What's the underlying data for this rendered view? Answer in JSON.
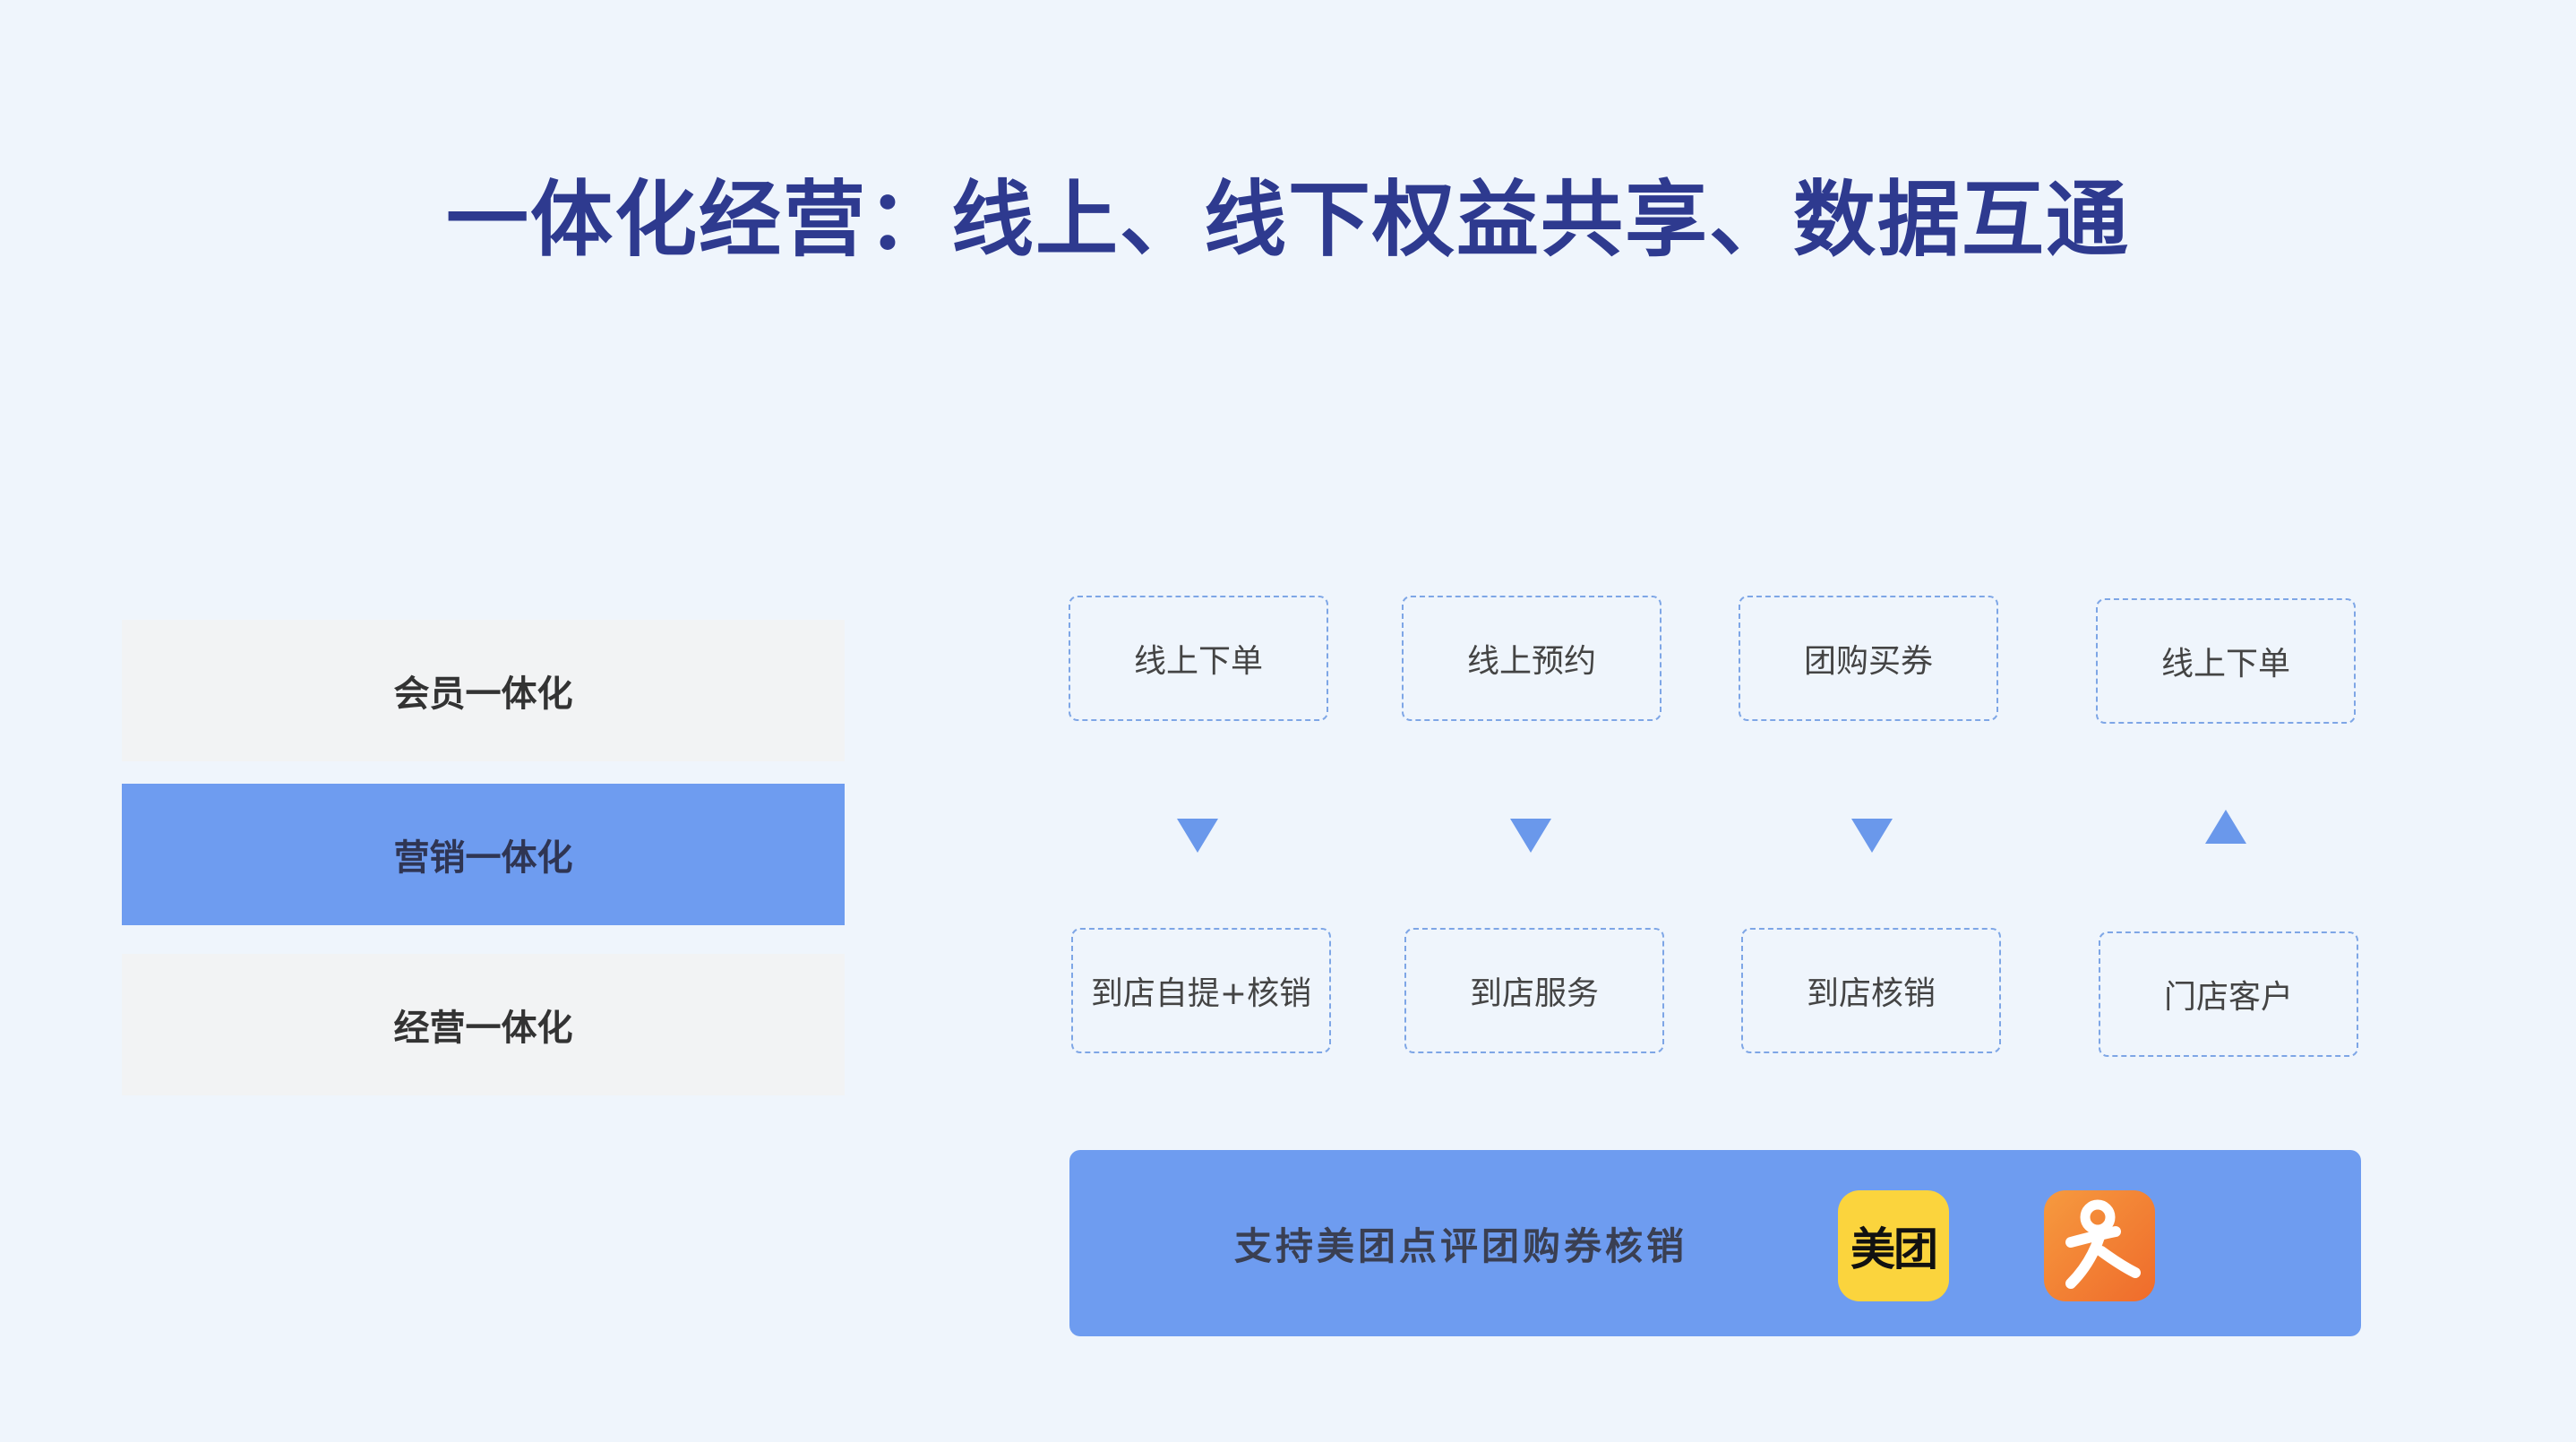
{
  "title": "一体化经营：线上、线下权益共享、数据互通",
  "sidebar": {
    "items": [
      {
        "label": "会员一体化",
        "active": false
      },
      {
        "label": "营销一体化",
        "active": true
      },
      {
        "label": "经营一体化",
        "active": false
      }
    ]
  },
  "flow": {
    "columns": [
      {
        "top": "线上下单",
        "bottom": "到店自提+核销",
        "direction": "down"
      },
      {
        "top": "线上预约",
        "bottom": "到店服务",
        "direction": "down"
      },
      {
        "top": "团购买券",
        "bottom": "到店核销",
        "direction": "down"
      },
      {
        "top": "线上下单",
        "bottom": "门店客户",
        "direction": "up"
      }
    ]
  },
  "support": {
    "text": "支持美团点评团购券核销",
    "meituan_logo_text": "美团",
    "dianping_logo": "dianping-app-icon"
  },
  "colors": {
    "background": "#eff5fc",
    "title": "#2e3a8f",
    "accent": "#6e9cf0",
    "arrow": "#6a98eb",
    "tab_inactive": "#f2f3f4",
    "dashed_border": "#7ea6e6",
    "meituan_yellow": "#fbd43d",
    "dianping_orange": "#ef6b2b"
  }
}
